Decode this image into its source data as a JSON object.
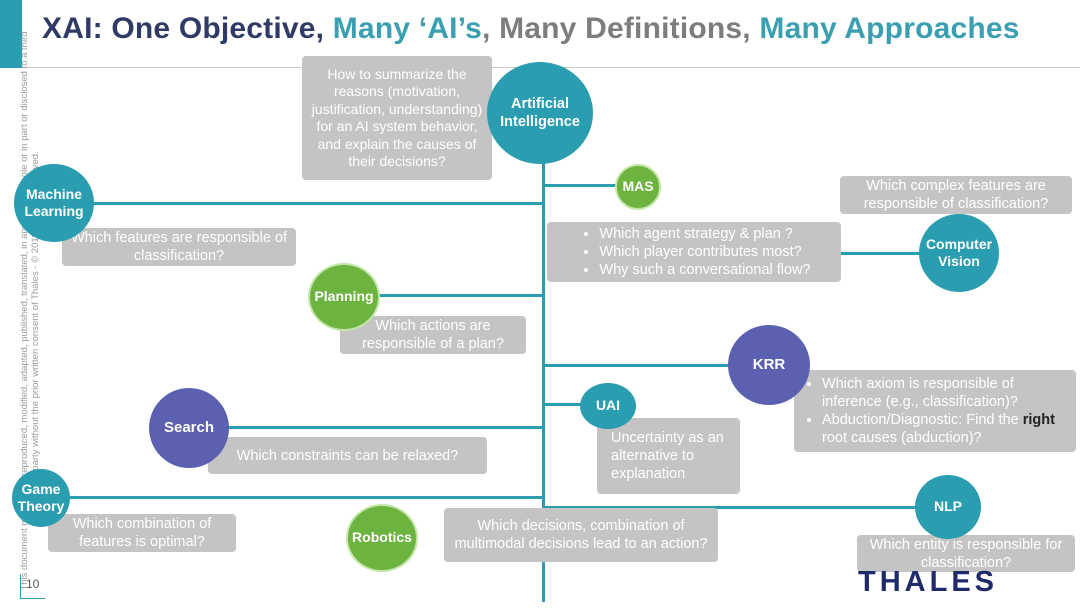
{
  "title": {
    "part1": "XAI: One Objective, ",
    "part2": "Many ‘AI’s",
    "part3": ", Many Definitions, ",
    "part4": "Many Approaches"
  },
  "sidebar_text": "This document may not be reproduced, modified, adapted, published, translated, in any way, in whole or in part or disclosed to a third party without the prior written consent of Thales - © 2018 All rights reserved.",
  "page_number": "10",
  "logo": "THALES",
  "nodes": {
    "ai": "Artificial Intelligence",
    "mas": "MAS",
    "ml": "Machine Learning",
    "cv": "Computer Vision",
    "planning": "Planning",
    "krr": "KRR",
    "uai": "UAI",
    "search": "Search",
    "game": "Game Theory",
    "nlp": "NLP",
    "robotics": "Robotics"
  },
  "boxes": {
    "ai": "How to summarize the reasons (motivation, justification, understanding) for an AI system behavior, and explain the causes of their decisions?",
    "ml": "Which features are responsible of classification?",
    "mas": [
      "Which agent strategy & plan ?",
      "Which player contributes most?",
      "Why such a conversational flow?"
    ],
    "cv": "Which complex features are responsible of classification?",
    "planning": "Which actions are responsible of a plan?",
    "krr_1": "Which axiom is responsible of inference (e.g., classification)?",
    "krr_2a": "Abduction/Diagnostic: Find the ",
    "krr_2b": "right",
    "krr_2c": " root causes (abduction)?",
    "uai": "Uncertainty as an alternative to explanation",
    "search": "Which constraints can be relaxed?",
    "game": "Which combination of features is optimal?",
    "robotics": "Which decisions, combination of multimodal decisions  lead to an action?",
    "nlp": "Which entity is responsible for classification?"
  },
  "colors": {
    "teal": "#2a9db0",
    "green": "#6db33f",
    "purple": "#5b61b0",
    "box": "#c4c4c4",
    "title_dark": "#2f3a66",
    "logo": "#1f2a6b"
  }
}
